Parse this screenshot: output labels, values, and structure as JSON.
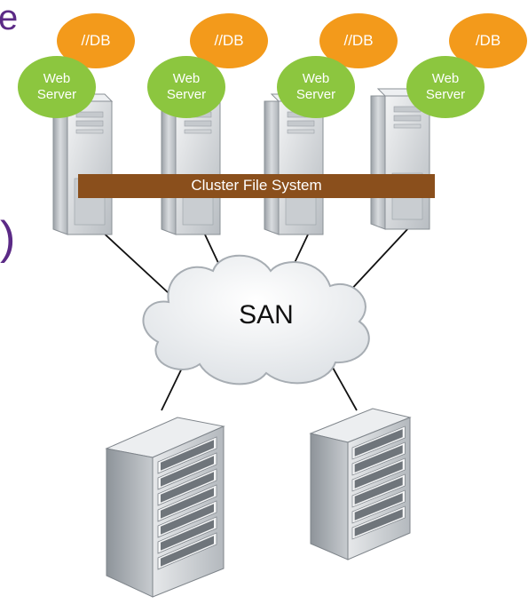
{
  "nodes": {
    "db_labels": [
      "//DB",
      "//DB",
      "//DB",
      "/DB"
    ],
    "web_labels": [
      [
        "Web",
        "Server"
      ],
      [
        "Web",
        "Server"
      ],
      [
        "Web",
        "Server"
      ],
      [
        "Web",
        "Server"
      ]
    ],
    "cluster_label": "Cluster File System",
    "san_label": "SAN"
  },
  "fragments": {
    "top": "e",
    "middle": ")"
  },
  "colors": {
    "db_bubble": "#f39a1b",
    "web_bubble": "#8cc63f",
    "cluster_bar": "#8a4f1c",
    "fragment_text": "#5b2a86",
    "line": "#111111"
  },
  "icons": {
    "top_servers": "server-tower-icon",
    "storage": "storage-rack-icon",
    "cloud": "cloud-icon"
  }
}
